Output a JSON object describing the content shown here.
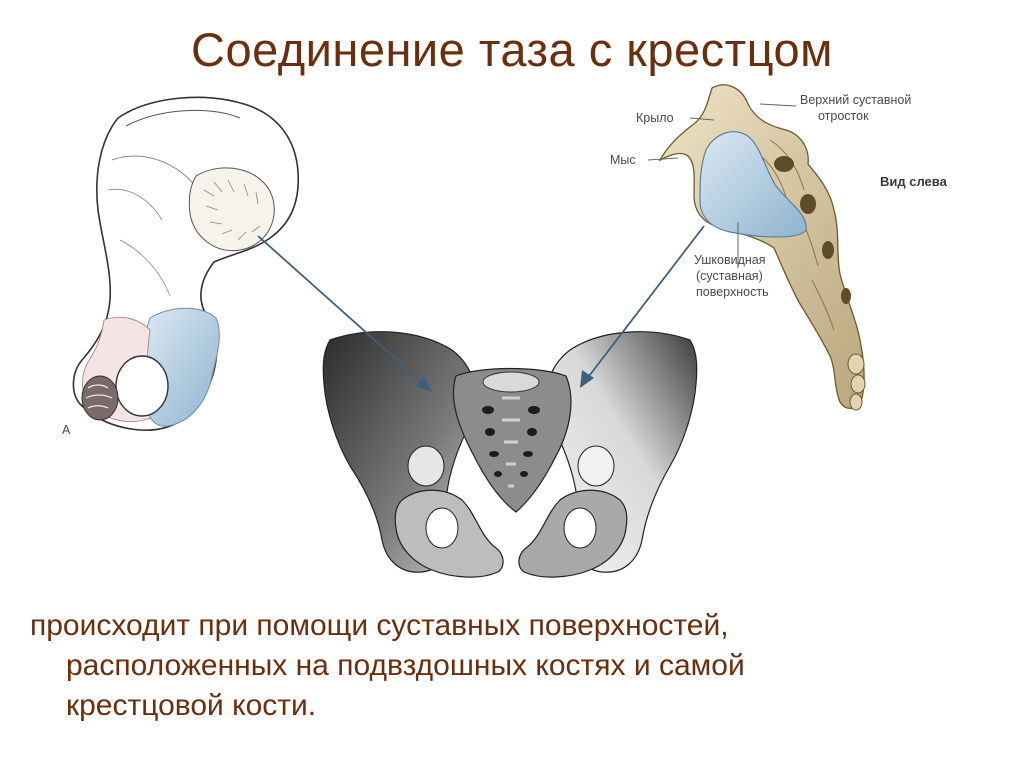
{
  "title": "Соединение таза с крестцом",
  "figure_labels": {
    "panel_letter": "А",
    "wing": "Крыло",
    "upper_process_1": "Верхний суставной",
    "upper_process_2": "отросток",
    "promontory": "Мыс",
    "view": "Вид слева",
    "auricular_1": "Ушковидная",
    "auricular_2": "(суставная)",
    "auricular_3": "поверхность"
  },
  "body": {
    "line1": "происходит при помощи суставных поверхностей,",
    "line2": "расположенных на подвздошных костях и самой",
    "line3": "крестцовой кости."
  },
  "colors": {
    "text": "#6b2e0e",
    "articular_surface": "#a9c7dd",
    "bone": "#d8c9a6"
  }
}
